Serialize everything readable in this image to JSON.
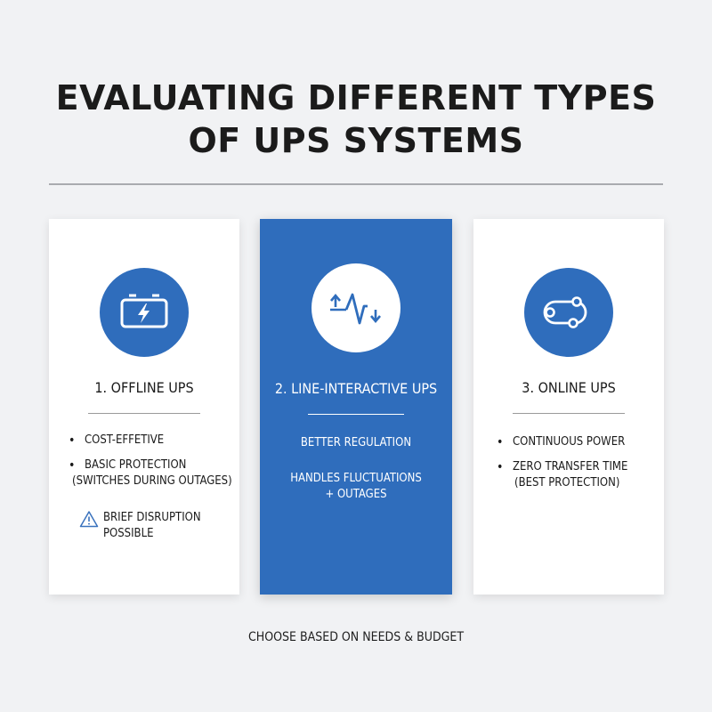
{
  "title": {
    "line1": "EVALUATING DIFFERENT TYPES",
    "line2": "OF UPS SYSTEMS"
  },
  "cards": [
    {
      "icon": "battery-bolt-icon",
      "heading": "1. OFFLINE UPS",
      "items": [
        {
          "line1": "COST-EFFETIVE"
        },
        {
          "line1": "BASIC PROTECTION",
          "line2": "(SWITCHES DURING OUTAGES)"
        }
      ],
      "warning": {
        "icon": "warning-icon",
        "line1": "BRIEF DISRUPTION",
        "line2": "POSSIBLE"
      }
    },
    {
      "icon": "voltage-regulation-icon",
      "heading": "2. LINE-INTERACTIVE UPS",
      "items": [
        {
          "line1": "BETTER REGULATION"
        },
        {
          "line1": "HANDLES FLUCTUATIONS",
          "line2": "+ OUTAGES"
        }
      ]
    },
    {
      "icon": "continuous-loop-icon",
      "heading": "3. ONLINE UPS",
      "items": [
        {
          "line1": "CONTINUOUS POWER"
        },
        {
          "line1": "ZERO TRANSFER TIME",
          "line2": "(BEST PROTECTION)"
        }
      ]
    }
  ],
  "footer": "CHOOSE BASED ON NEEDS & BUDGET",
  "colors": {
    "accent": "#2f6dbc",
    "background": "#f1f2f4",
    "card": "#ffffff",
    "text": "#1a1a1a"
  }
}
